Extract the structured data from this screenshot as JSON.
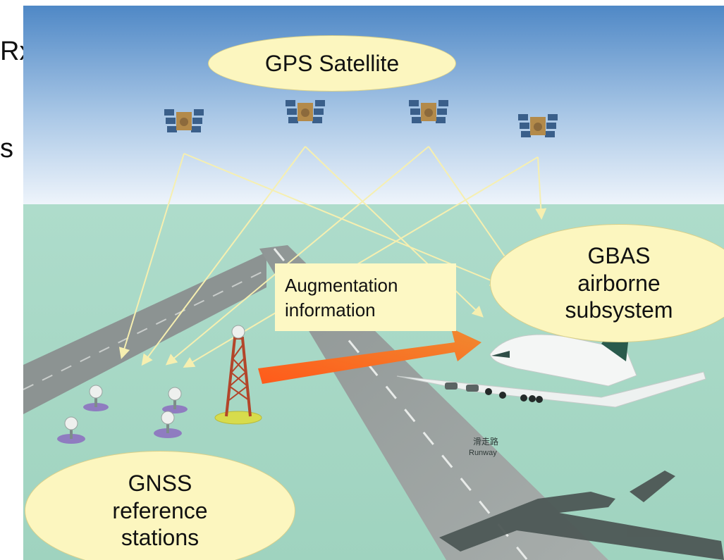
{
  "cut_text": {
    "line1": "Rx",
    "line2": "s"
  },
  "labels": {
    "gps_satellite": "GPS Satellite",
    "gbas": [
      "GBAS",
      "airborne",
      "subsystem"
    ],
    "augmentation": [
      "Augmentation",
      "information"
    ],
    "gnss": [
      "GNSS",
      "reference",
      "stations"
    ],
    "runway_cn": "滑走路",
    "runway_en": "Runway"
  },
  "colors": {
    "sky_top": "#4f88c6",
    "sky_bottom": "#eef4fb",
    "ground": "#a6d7c4",
    "label_fill": "#fcf6bf",
    "arrow": "#ef6a1e",
    "signal_line": "#f6efb0"
  },
  "icons": [
    "satellite-icon",
    "reference-antenna-icon",
    "monitor-tower-icon",
    "airplane-icon"
  ]
}
